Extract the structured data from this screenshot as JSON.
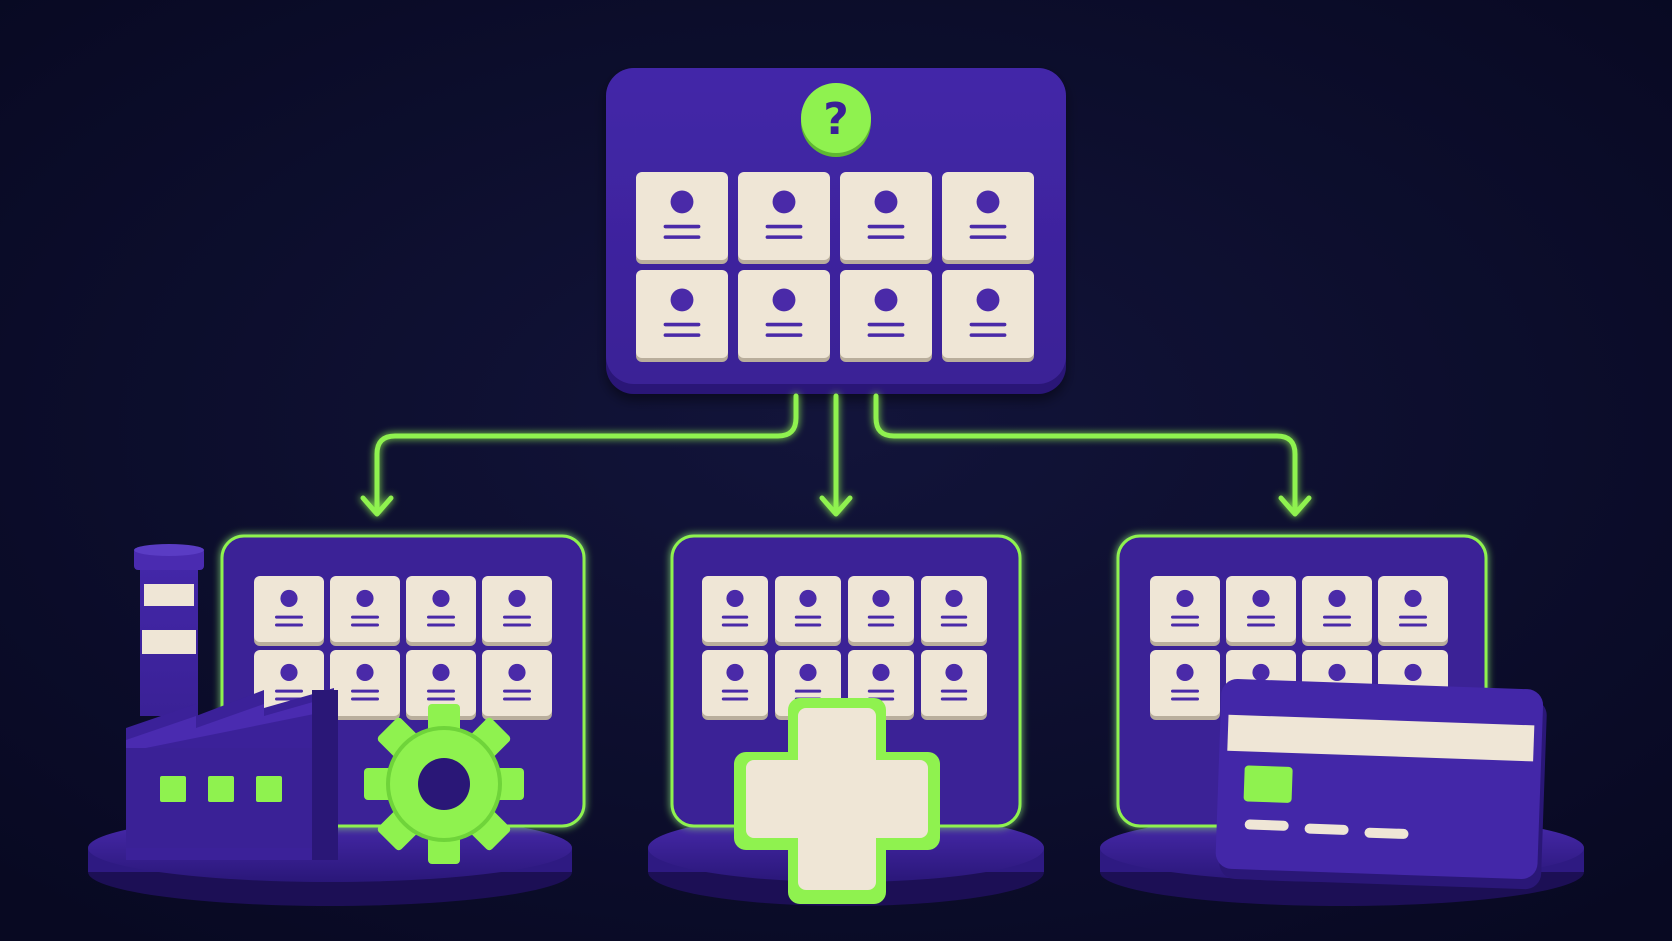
{
  "scene": {
    "description_text": "",
    "colors": {
      "background": "#0b0c2a",
      "panel": "#3f24a0",
      "panel_dark": "#2b1878",
      "panel_side": "#27166c",
      "card": "#efe6d6",
      "card_shadow": "#b9ae9c",
      "accent": "#8ff24f",
      "accent_glow": "#7CFF3F",
      "person": "#4a2aa8"
    },
    "top_board": {
      "badge_icon": "question-mark-icon",
      "badge_symbol": "?",
      "profile_cards": 8
    },
    "segments": [
      {
        "name": "industry",
        "icon": "factory-gear-icon",
        "profile_cards": 8
      },
      {
        "name": "healthcare",
        "icon": "medical-cross-icon",
        "profile_cards": 8
      },
      {
        "name": "finance",
        "icon": "credit-card-icon",
        "profile_cards": 8
      }
    ],
    "connectors": [
      "arrow-left",
      "arrow-center",
      "arrow-right"
    ]
  }
}
